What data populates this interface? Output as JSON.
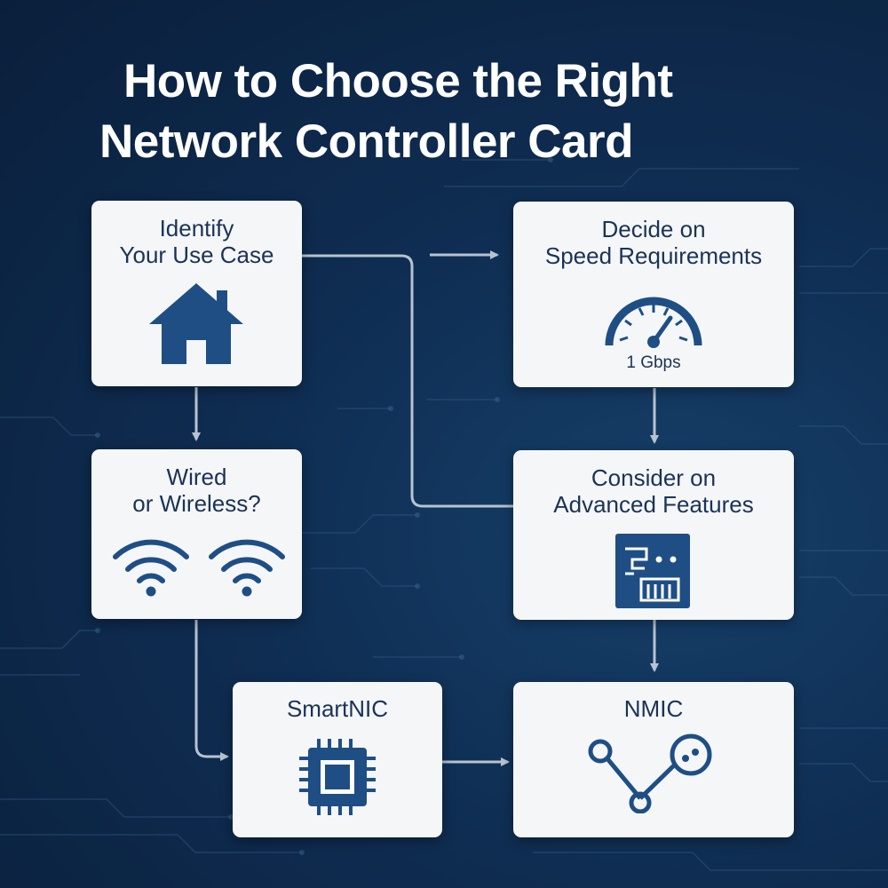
{
  "title": {
    "line1": "How to Choose the Right",
    "line2": "Network Controller Card"
  },
  "colors": {
    "background": "#0f2d52",
    "card": "#f4f6f8",
    "icon": "#1f4e85",
    "text": "#1b3355",
    "arrow": "#b7c3d1"
  },
  "steps": {
    "use_case": {
      "line1": "Identify",
      "line2": "Your Use Case",
      "icon": "house-icon"
    },
    "speed": {
      "line1": "Decide on",
      "line2": "Speed Requirements",
      "icon": "speedometer-icon",
      "value_label": "1 Gbps"
    },
    "wired_wireless": {
      "line1": "Wired",
      "line2": "or Wireless?",
      "icons": [
        "wifi-icon",
        "wifi-icon"
      ]
    },
    "advanced": {
      "line1": "Consider on",
      "line2": "Advanced Features",
      "icon": "network-card-icon"
    },
    "smartnic": {
      "label": "SmartNIC",
      "icon": "chip-icon"
    },
    "nmic": {
      "label": "NMIC",
      "icon": "nodes-icon"
    }
  }
}
